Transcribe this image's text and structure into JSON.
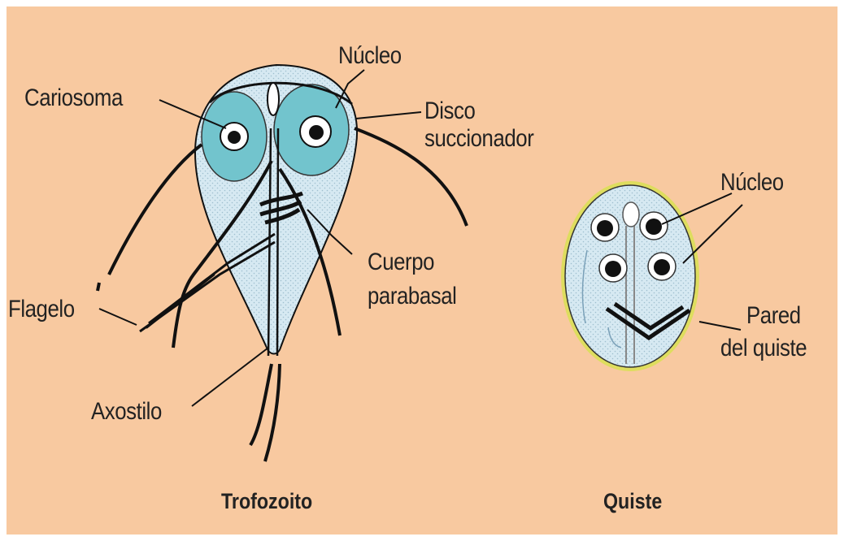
{
  "labels": {
    "cariosoma": "Cariosoma",
    "nucleo_trofozoito": "Núcleo",
    "disco": "Disco",
    "succionador": "succionador",
    "cuerpo": "Cuerpo",
    "parabasal": "parabasal",
    "flagelo": "Flagelo",
    "axostilo": "Axostilo",
    "nucleo_quiste": "Núcleo",
    "pared": "Pared",
    "del_quiste": "del quiste"
  },
  "captions": {
    "trofozoito": "Trofozoito",
    "quiste": "Quiste"
  },
  "colors": {
    "background": "#f8c9a0",
    "body_fill": "#d6e9f2",
    "disc_fill": "#72c4cd",
    "cyst_wall": "#dedd5e",
    "line": "#111111"
  }
}
